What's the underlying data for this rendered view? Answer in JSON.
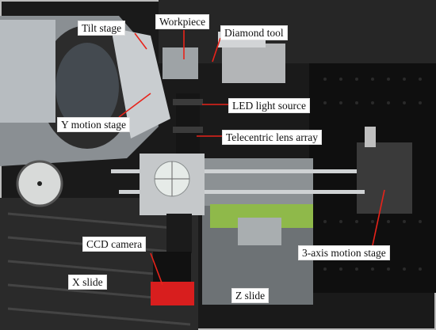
{
  "labels": {
    "tilt_stage": "Tilt stage",
    "workpiece": "Workpiece",
    "diamond_tool": "Diamond tool",
    "y_motion_stage": "Y motion stage",
    "led_light_source": "LED light source",
    "telecentric_lens_array": "Telecentric lens array",
    "ccd_camera": "CCD camera",
    "x_slide": "X slide",
    "z_slide": "Z slide",
    "three_axis_motion_stage": "3-axis motion stage"
  },
  "colors": {
    "leader_line": "#e8231a",
    "camera_band": "#d81e1e",
    "green_strip": "#8fb94a"
  }
}
